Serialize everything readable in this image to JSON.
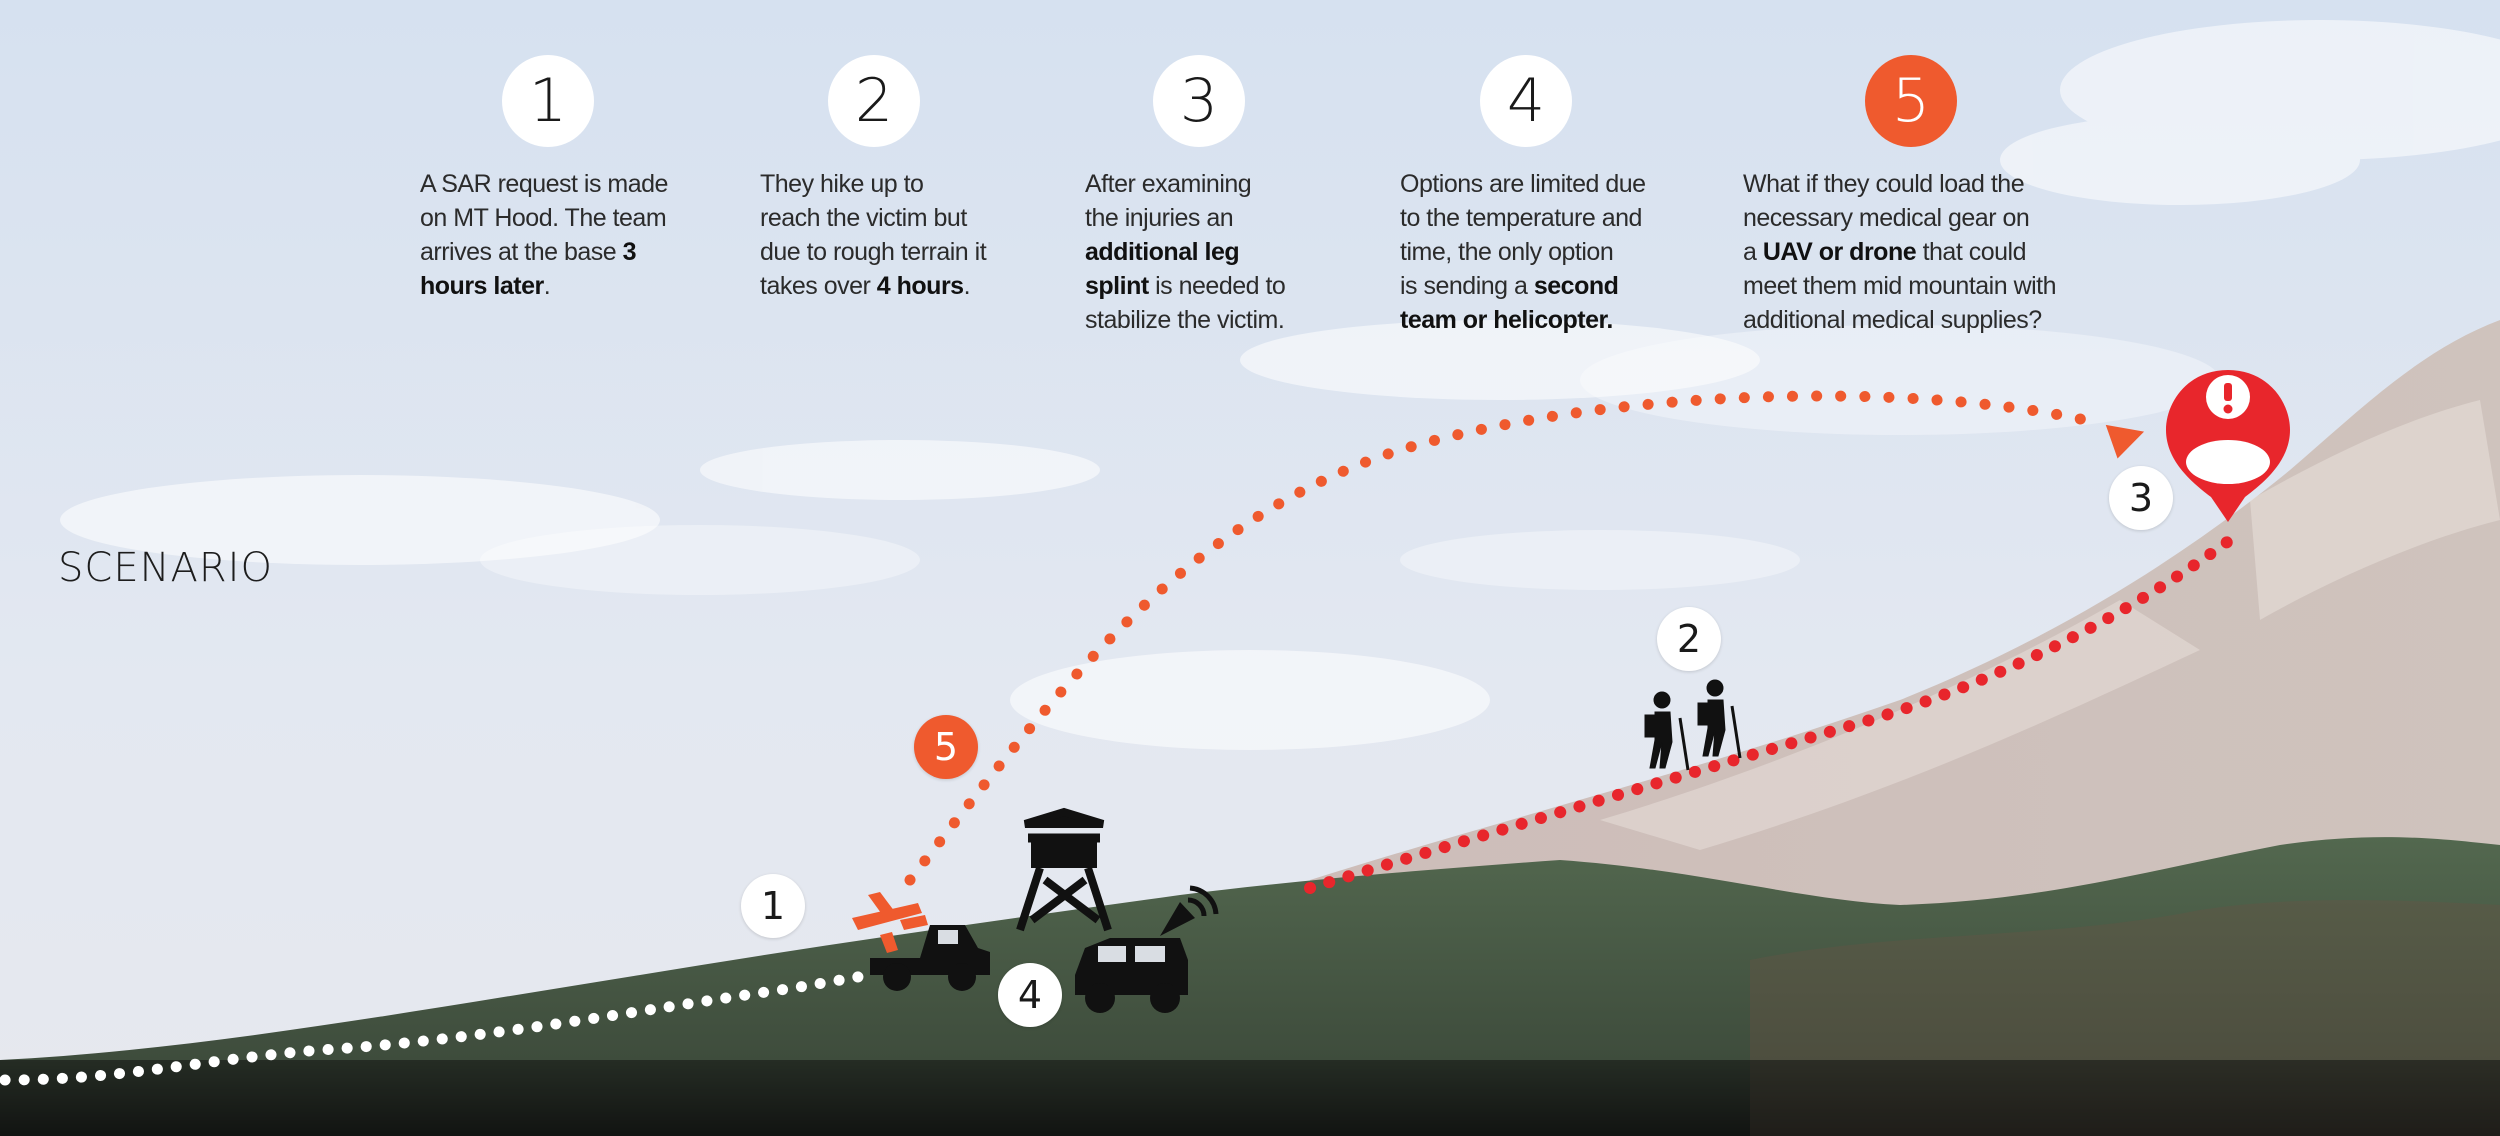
{
  "scenario_label": "SCENARIO",
  "colors": {
    "accent": "#ef5a2e",
    "alert": "#e8262c",
    "sky": "#dfe7f2",
    "hill": "#4a5e4b",
    "mountain": "#d9cfcc"
  },
  "steps": [
    {
      "number": "1",
      "lines": [
        "A SAR request is made",
        "on MT Hood. The team",
        "arrives at the base ",
        "3",
        "hours later",
        "."
      ]
    },
    {
      "number": "2",
      "lines": [
        "They hike up to",
        "reach the victim but",
        "due to rough terrain it",
        "takes over ",
        "4 hours",
        "."
      ]
    },
    {
      "number": "3",
      "lines": [
        "After examining",
        "the injuries an",
        "additional leg",
        "splint",
        " is needed to",
        "stabilize the victim."
      ]
    },
    {
      "number": "4",
      "lines": [
        "Options are limited due",
        "to the temperature and",
        "time, the only option",
        "is sending a ",
        "second",
        "team or helicopter."
      ]
    },
    {
      "number": "5",
      "lines": [
        "What if they could load the",
        "necessary medical gear on",
        "a ",
        "UAV or drone",
        " that could",
        "meet them mid mountain with",
        "additional medical supplies?"
      ]
    }
  ],
  "markers": [
    "1",
    "2",
    "3",
    "4",
    "5"
  ],
  "icons": [
    "drone-icon",
    "truck-icon",
    "watchtower-icon",
    "rescue-vehicle-icon",
    "hikers-icon",
    "victim-alert-pin-icon"
  ]
}
